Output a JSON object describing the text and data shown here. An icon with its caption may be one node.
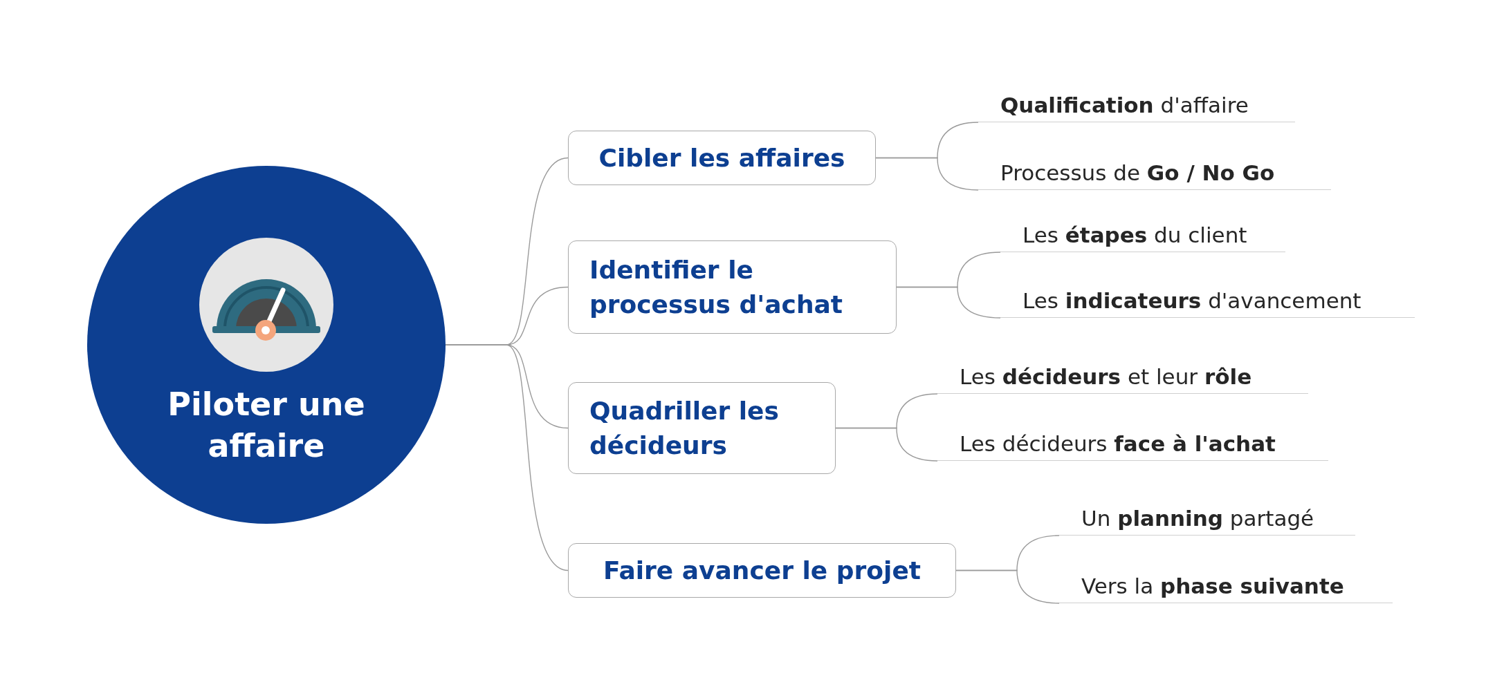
{
  "diagram": {
    "nodes": [
      {
        "text": [
          "Piloter une affaire"
        ]
      },
      {
        "text": [
          "Cibler les affaires"
        ]
      },
      {
        "text": [
          "**Qualification** d'affaire"
        ]
      },
      {
        "text": [
          "Processus de **Go / No Go**"
        ]
      },
      {
        "text": [
          "Identifier le processus d'achat"
        ]
      },
      {
        "text": [
          "Les **étapes** du client"
        ]
      },
      {
        "text": [
          "Les **indicateurs** d'avancement"
        ]
      },
      {
        "text": [
          "Quadriller les décideurs"
        ]
      },
      {
        "text": [
          "Les **décideurs** et leur **rôle**"
        ]
      },
      {
        "text": [
          "Les décideurs **face à l'achat**"
        ]
      },
      {
        "text": [
          "Faire avancer le projet"
        ]
      },
      {
        "text": [
          "Un **planning** partagé"
        ]
      },
      {
        "text": [
          "Vers la **phase suivante**"
        ]
      }
    ],
    "edges": [
      {
        "from": 0,
        "to": 1,
        "arrow": "none"
      },
      {
        "from": 0,
        "to": 4,
        "arrow": "none"
      },
      {
        "from": 0,
        "to": 7,
        "arrow": "none"
      },
      {
        "from": 0,
        "to": 10,
        "arrow": "none"
      },
      {
        "from": 1,
        "to": 2,
        "arrow": "none"
      },
      {
        "from": 1,
        "to": 3,
        "arrow": "none"
      },
      {
        "from": 4,
        "to": 5,
        "arrow": "none"
      },
      {
        "from": 4,
        "to": 6,
        "arrow": "none"
      },
      {
        "from": 7,
        "to": 8,
        "arrow": "none"
      },
      {
        "from": 7,
        "to": 9,
        "arrow": "none"
      },
      {
        "from": 10,
        "to": 11,
        "arrow": "none"
      },
      {
        "from": 10,
        "to": 12,
        "arrow": "none"
      }
    ]
  }
}
